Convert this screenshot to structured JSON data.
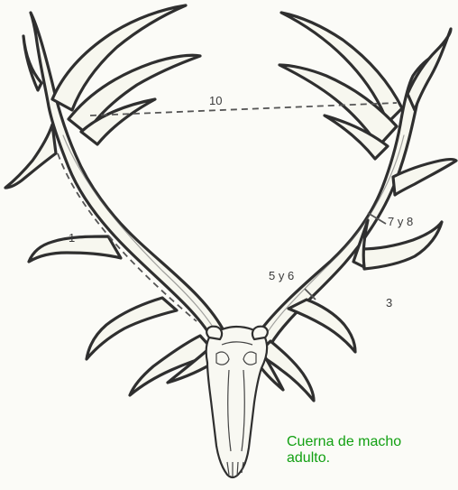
{
  "measurements": {
    "label_10": "10",
    "label_1": "1",
    "label_3": "3",
    "label_5y6": "5 y 6",
    "label_7y8": "7 y 8"
  },
  "caption": {
    "line1": "Cuerna de macho",
    "line2": "adulto."
  },
  "colors": {
    "caption": "#12a012",
    "ink": "#2f2f2f",
    "paper": "#fbfbf7"
  }
}
